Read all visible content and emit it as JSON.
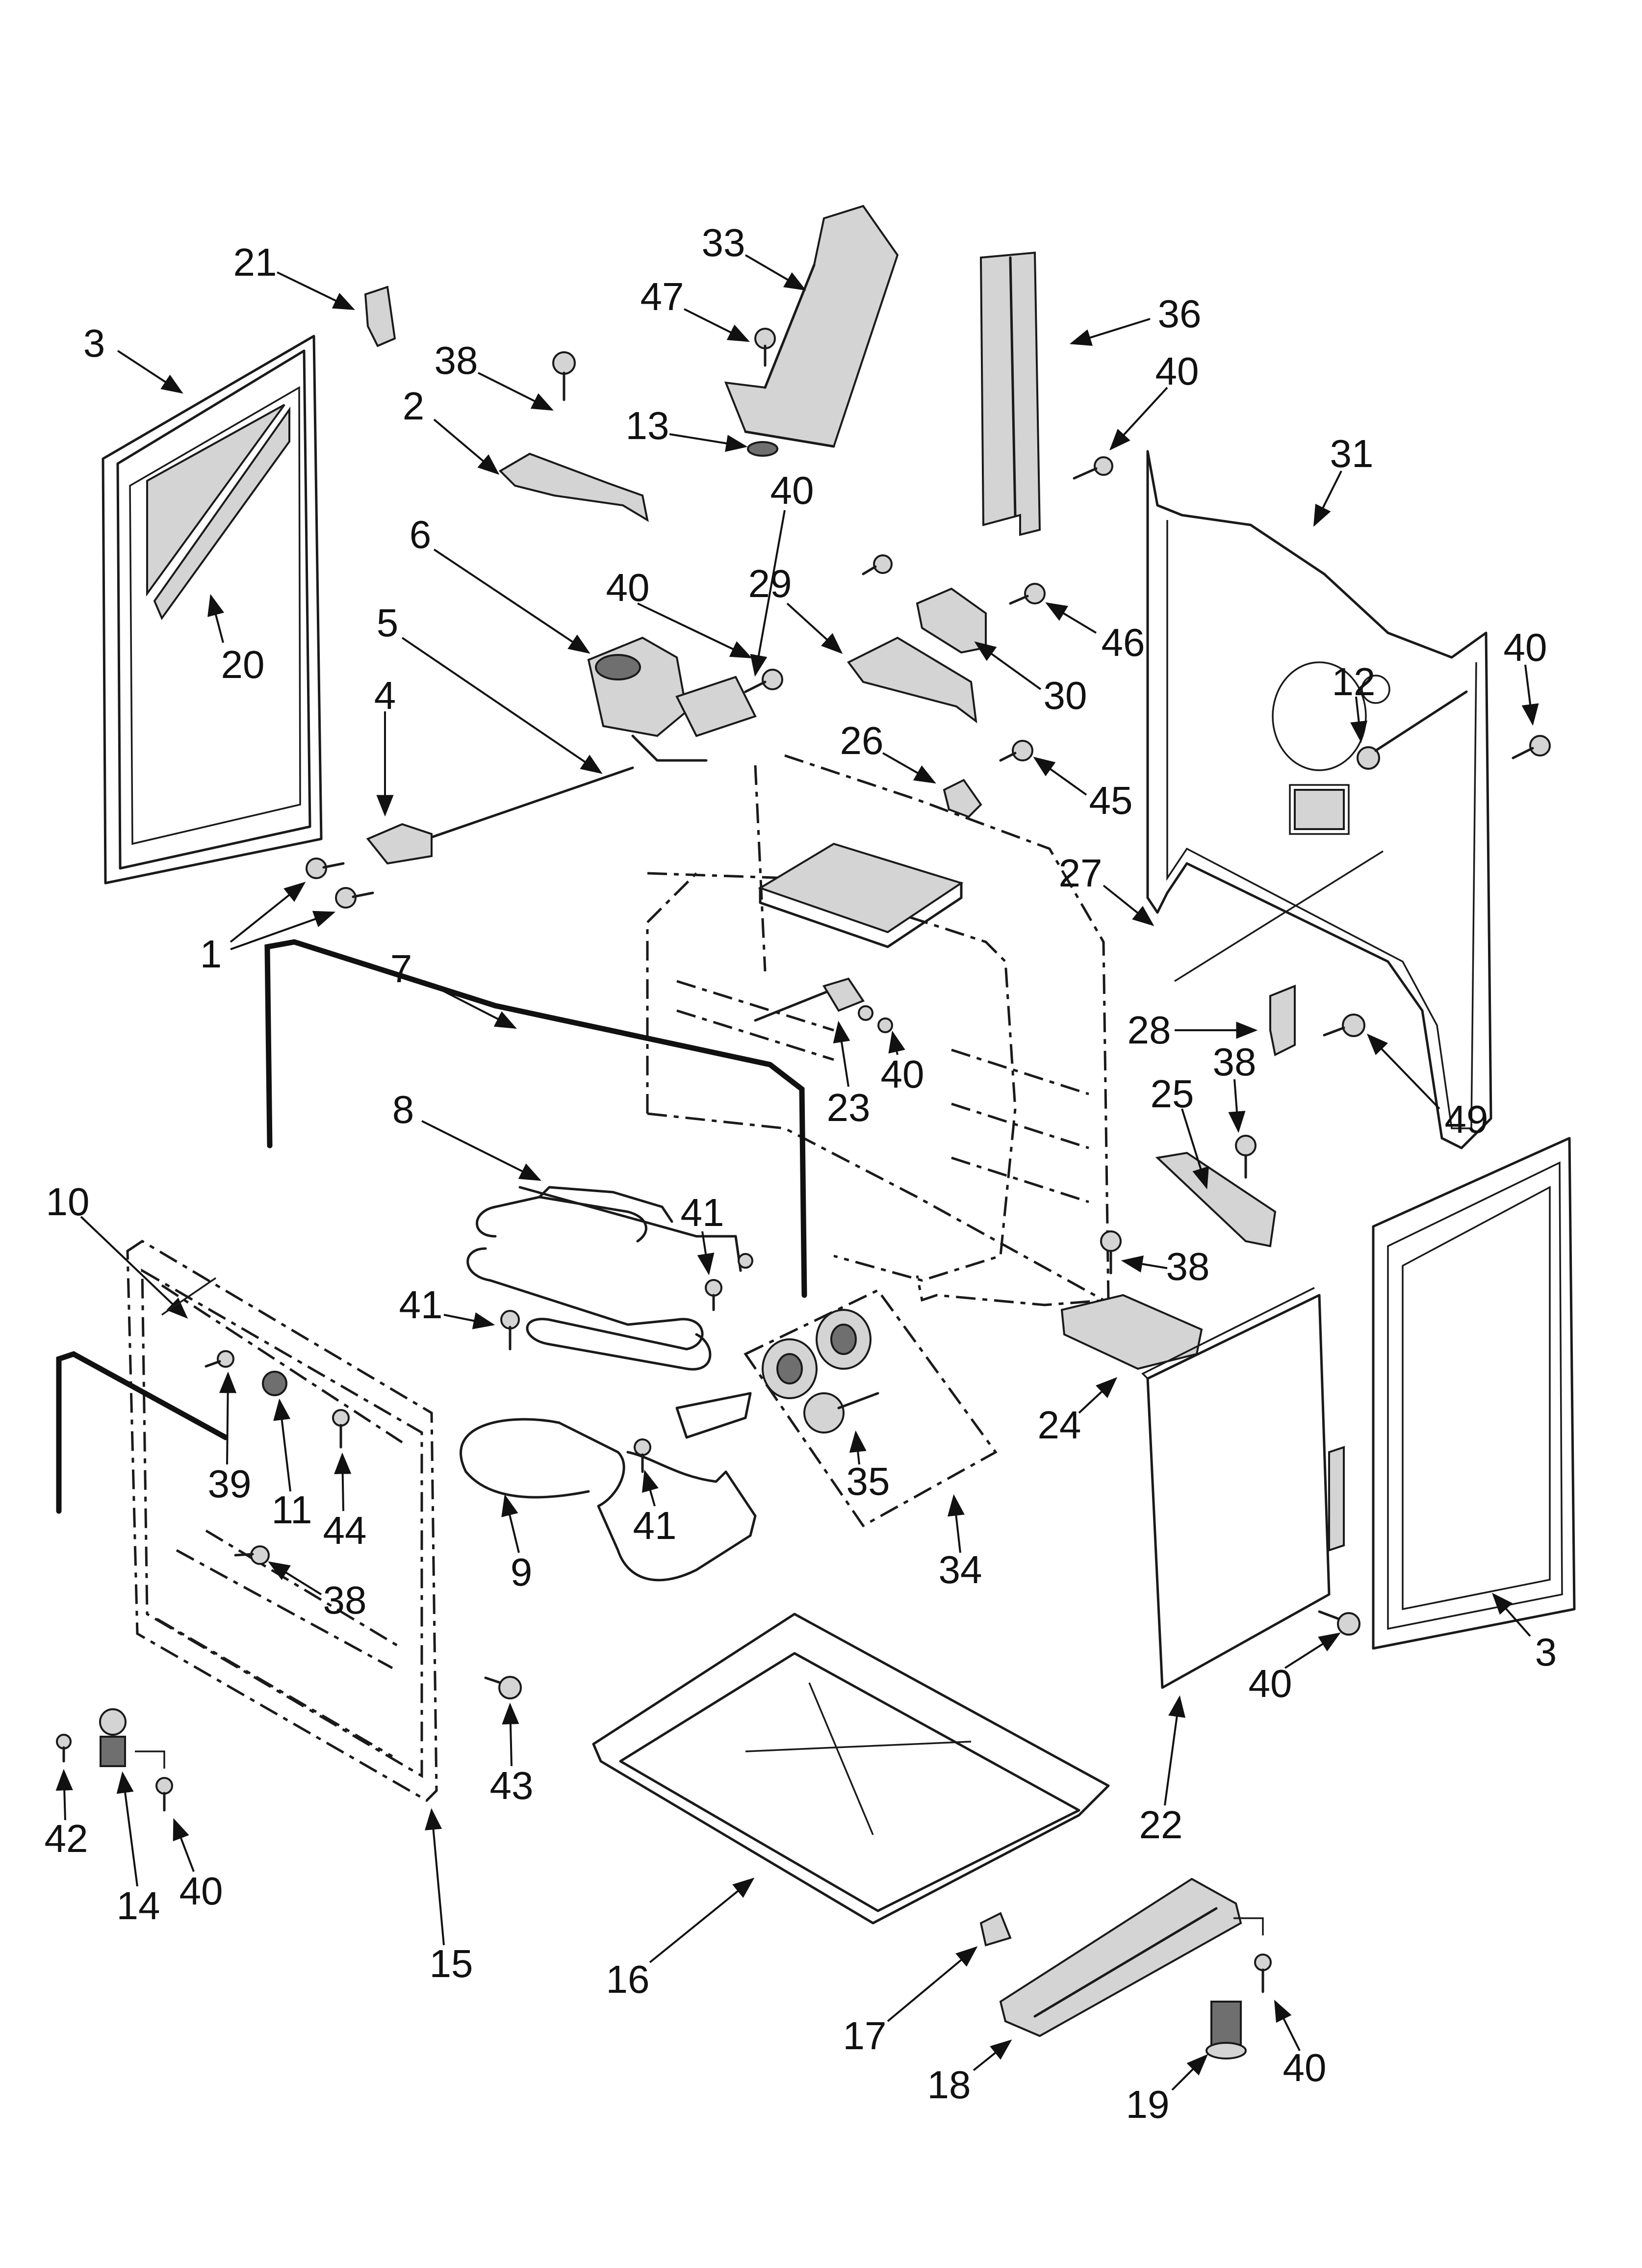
{
  "callouts": [
    {
      "id": "c1",
      "label": "21"
    },
    {
      "id": "c2",
      "label": "3"
    },
    {
      "id": "c3",
      "label": "38"
    },
    {
      "id": "c4",
      "label": "2"
    },
    {
      "id": "c5",
      "label": "33"
    },
    {
      "id": "c6",
      "label": "47"
    },
    {
      "id": "c7",
      "label": "13"
    },
    {
      "id": "c8",
      "label": "36"
    },
    {
      "id": "c9",
      "label": "40"
    },
    {
      "id": "c10",
      "label": "31"
    },
    {
      "id": "c11",
      "label": "6"
    },
    {
      "id": "c12",
      "label": "40"
    },
    {
      "id": "c13",
      "label": "29"
    },
    {
      "id": "c14",
      "label": "46"
    },
    {
      "id": "c15",
      "label": "30"
    },
    {
      "id": "c16",
      "label": "40"
    },
    {
      "id": "c17",
      "label": "5"
    },
    {
      "id": "c18",
      "label": "40"
    },
    {
      "id": "c19",
      "label": "20"
    },
    {
      "id": "c20",
      "label": "12"
    },
    {
      "id": "c21",
      "label": "4"
    },
    {
      "id": "c22",
      "label": "26"
    },
    {
      "id": "c23",
      "label": "45"
    },
    {
      "id": "c24",
      "label": "27"
    },
    {
      "id": "c25",
      "label": "1"
    },
    {
      "id": "c26",
      "label": "7"
    },
    {
      "id": "c27",
      "label": "28"
    },
    {
      "id": "c28",
      "label": "38"
    },
    {
      "id": "c29",
      "label": "40"
    },
    {
      "id": "c30",
      "label": "49"
    },
    {
      "id": "c31",
      "label": "23"
    },
    {
      "id": "c32",
      "label": "25"
    },
    {
      "id": "c33",
      "label": "8"
    },
    {
      "id": "c34",
      "label": "10"
    },
    {
      "id": "c35",
      "label": "41"
    },
    {
      "id": "c36",
      "label": "38"
    },
    {
      "id": "c37",
      "label": "41"
    },
    {
      "id": "c38",
      "label": "24"
    },
    {
      "id": "c39",
      "label": "39"
    },
    {
      "id": "c40",
      "label": "11"
    },
    {
      "id": "c41",
      "label": "44"
    },
    {
      "id": "c42",
      "label": "35"
    },
    {
      "id": "c43",
      "label": "41"
    },
    {
      "id": "c44",
      "label": "9"
    },
    {
      "id": "c45",
      "label": "34"
    },
    {
      "id": "c46",
      "label": "38"
    },
    {
      "id": "c47",
      "label": "3"
    },
    {
      "id": "c48",
      "label": "40"
    },
    {
      "id": "c49",
      "label": "43"
    },
    {
      "id": "c50",
      "label": "42"
    },
    {
      "id": "c51",
      "label": "22"
    },
    {
      "id": "c52",
      "label": "14"
    },
    {
      "id": "c53",
      "label": "40"
    },
    {
      "id": "c54",
      "label": "15"
    },
    {
      "id": "c55",
      "label": "16"
    },
    {
      "id": "c56",
      "label": "17"
    },
    {
      "id": "c57",
      "label": "18"
    },
    {
      "id": "c58",
      "label": "19"
    },
    {
      "id": "c59",
      "label": "40"
    }
  ]
}
